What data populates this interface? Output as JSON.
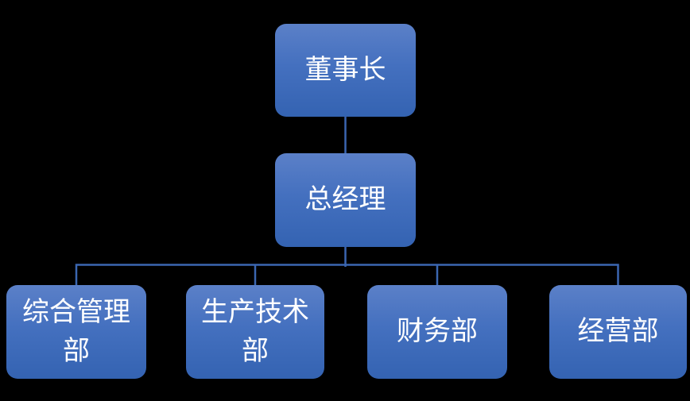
{
  "diagram": {
    "type": "org-chart",
    "nodes": {
      "chairman": {
        "label": "董事长"
      },
      "general_manager": {
        "label": "总经理"
      },
      "dept_general_admin": {
        "label": "综合管理\n部"
      },
      "dept_production_tech": {
        "label": "生产技术\n部"
      },
      "dept_finance": {
        "label": "财务部"
      },
      "dept_business": {
        "label": "经营部"
      }
    },
    "edges": [
      {
        "from": "chairman",
        "to": "general_manager"
      },
      {
        "from": "general_manager",
        "to": "dept_general_admin"
      },
      {
        "from": "general_manager",
        "to": "dept_production_tech"
      },
      {
        "from": "general_manager",
        "to": "dept_finance"
      },
      {
        "from": "general_manager",
        "to": "dept_business"
      }
    ],
    "colors": {
      "background": "#000000",
      "node_fill_top": "#5b80c8",
      "node_fill_bottom": "#3463b2",
      "node_text": "#ffffff",
      "connector": "#3b66b1"
    }
  }
}
